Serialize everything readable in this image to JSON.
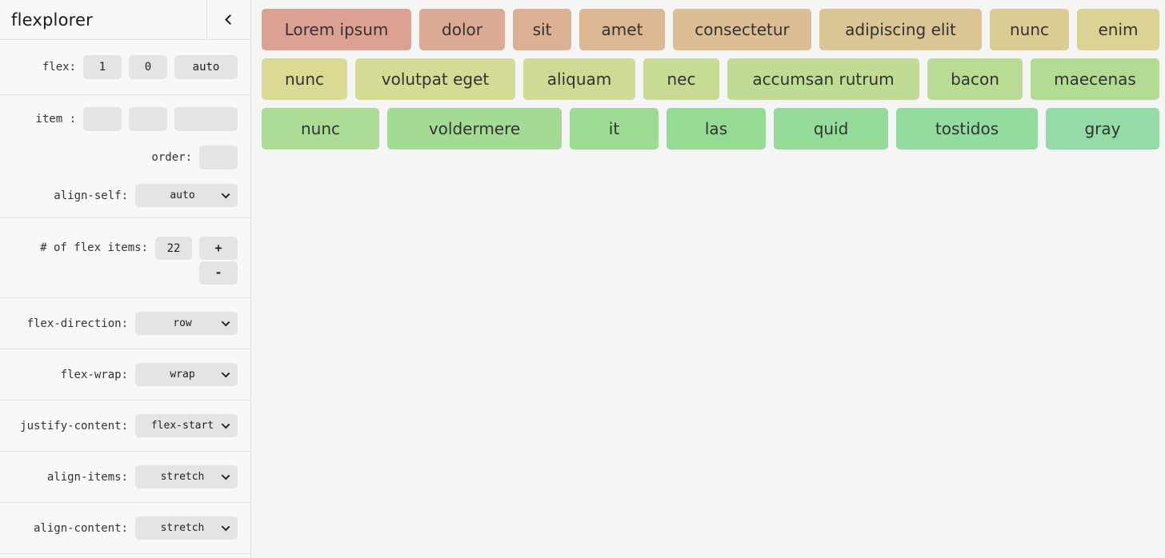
{
  "sidebar": {
    "title": "flexplorer",
    "collapse_icon": "chevron-left",
    "flex": {
      "label": "flex:",
      "grow_value": "1",
      "shrink_value": "0",
      "basis_value": "auto"
    },
    "item": {
      "label": "item :",
      "value1": "",
      "value2": "",
      "value3": ""
    },
    "order": {
      "label": "order:",
      "value": ""
    },
    "align_self": {
      "label": "align-self:",
      "value": "auto"
    },
    "num_items": {
      "label": "# of flex items:",
      "value": "22",
      "increment_label": "+",
      "decrement_label": "-"
    },
    "flex_direction": {
      "label": "flex-direction:",
      "value": "row"
    },
    "flex_wrap": {
      "label": "flex-wrap:",
      "value": "wrap"
    },
    "justify_content": {
      "label": "justify-content:",
      "value": "flex-start"
    },
    "align_items": {
      "label": "align-items:",
      "value": "stretch"
    },
    "align_content": {
      "label": "align-content:",
      "value": "stretch"
    }
  },
  "main": {
    "items": [
      {
        "label": "Lorem ipsum",
        "color": "#dba294",
        "basis": 182
      },
      {
        "label": "dolor",
        "color": "#dba994",
        "basis": 102
      },
      {
        "label": "sit",
        "color": "#dbb094",
        "basis": 68
      },
      {
        "label": "amet",
        "color": "#dbb794",
        "basis": 102
      },
      {
        "label": "consectetur",
        "color": "#dbbe94",
        "basis": 168
      },
      {
        "label": "adipiscing elit",
        "color": "#dbc594",
        "basis": 198
      },
      {
        "label": "nunc",
        "color": "#dbcc94",
        "basis": 94
      },
      {
        "label": "enim",
        "color": "#dbd394",
        "basis": 98
      },
      {
        "label": "nunc",
        "color": "#dbda94",
        "basis": 102
      },
      {
        "label": "volutpat eget",
        "color": "#d5db94",
        "basis": 195
      },
      {
        "label": "aliquam",
        "color": "#cedb94",
        "basis": 135
      },
      {
        "label": "nec",
        "color": "#c7db94",
        "basis": 90
      },
      {
        "label": "accumsan rutrum",
        "color": "#c0db94",
        "basis": 235
      },
      {
        "label": "bacon",
        "color": "#b9db94",
        "basis": 114
      },
      {
        "label": "maecenas",
        "color": "#b2db94",
        "basis": 156
      },
      {
        "label": "nunc",
        "color": "#abdb94",
        "basis": 142
      },
      {
        "label": "voldermere",
        "color": "#a4db94",
        "basis": 213
      },
      {
        "label": "it",
        "color": "#9ddb94",
        "basis": 106
      },
      {
        "label": "las",
        "color": "#96db94",
        "basis": 119
      },
      {
        "label": "quid",
        "color": "#94db99",
        "basis": 138
      },
      {
        "label": "tostidos",
        "color": "#94dba0",
        "basis": 172
      },
      {
        "label": "gray",
        "color": "#94dba7",
        "basis": 137
      }
    ]
  },
  "colors": {
    "sidebar_bg": "#f8f8f8",
    "main_bg": "#f5f5f5",
    "control_bg": "#e4e4e4",
    "divider": "#e2e2e2",
    "label_text": "#333333",
    "item_text": "#333333"
  }
}
